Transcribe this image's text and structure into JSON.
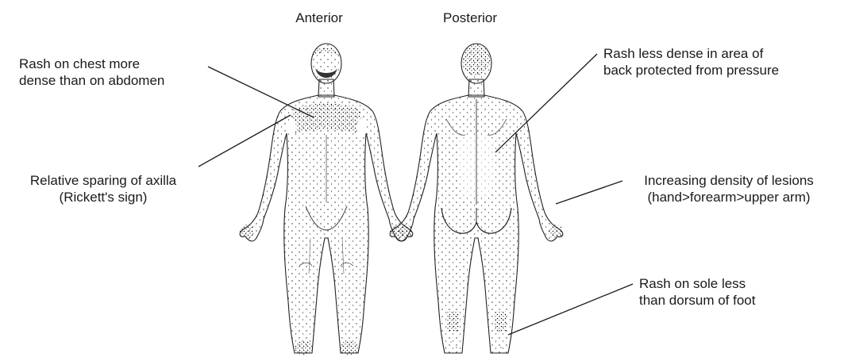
{
  "views": {
    "anterior": "Anterior",
    "posterior": "Posterior"
  },
  "annotations": {
    "chest": [
      "Rash on chest more",
      "dense than on abdomen"
    ],
    "axilla": [
      "Relative sparing of axilla",
      "(Rickett's sign)"
    ],
    "back": [
      "Rash less dense in area of",
      "back protected from pressure"
    ],
    "arm": [
      "Increasing density of lesions",
      "(hand>forearm>upper arm)"
    ],
    "sole": [
      "Rash on sole less",
      "than dorsum of foot"
    ]
  },
  "colors": {
    "ink": "#1a1a1a",
    "background": "#ffffff"
  }
}
